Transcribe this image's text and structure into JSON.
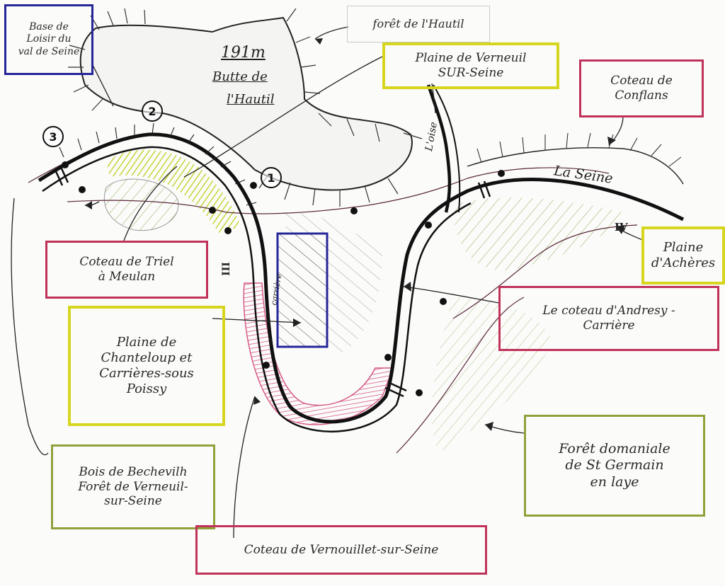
{
  "colors": {
    "river": "#111111",
    "hatch_yellow": "#c8d43a",
    "hatch_green": "#9fb070",
    "hatch_pink": "#d65b86",
    "box_blue": "#25259a",
    "box_yellow": "#d6d61e",
    "box_red": "#c0325a",
    "box_green": "#8fa23a"
  },
  "labels": {
    "base_loisir": [
      "Base de",
      "Loisir du",
      "val de Seine"
    ],
    "foret_hautil": "forêt de l'Hautil",
    "plaine_verneuil": [
      "Plaine de Verneuil",
      "SUR-Seine"
    ],
    "coteau_conflans": [
      "Coteau de",
      "Conflans"
    ],
    "coteau_triel": [
      "Coteau de Triel",
      "à Meulan"
    ],
    "plaine_chanteloup": [
      "Plaine de",
      "Chanteloup et",
      "Carrières-sous",
      "Poissy"
    ],
    "plaine_acheres": [
      "Plaine",
      "d'Achères"
    ],
    "coteau_andresy": [
      "Le coteau d'Andresy -",
      "Carrière"
    ],
    "bois_bechevilh": [
      "Bois de Bechevilh",
      "Forêt de Verneuil-",
      "sur-Seine"
    ],
    "foret_st_germain": [
      "Forêt domaniale",
      "de St Germain",
      "en laye"
    ],
    "coteau_vernouillet": "Coteau de Vernouillet-sur-Seine"
  },
  "map_text": {
    "altitude": "191m",
    "butte": [
      "Butte de",
      "l'Hautil"
    ],
    "loise": "L'oise",
    "la_seine": "La Seine",
    "carriere": "carrière"
  },
  "markers": [
    "1",
    "2",
    "3"
  ],
  "roman_markers": [
    "IV",
    "III"
  ]
}
